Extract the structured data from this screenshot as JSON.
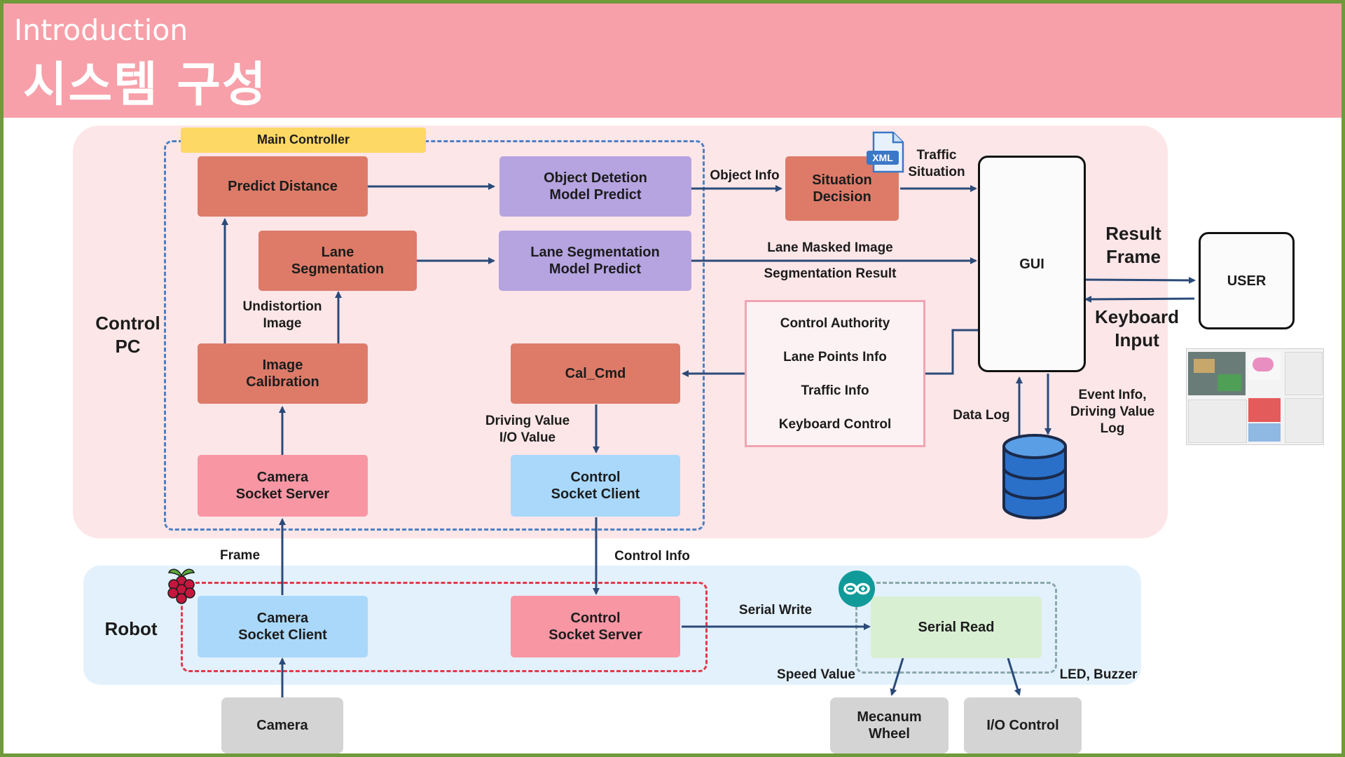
{
  "header": {
    "subtitle": "Introduction",
    "title": "시스템 구성"
  },
  "areas": {
    "control_pc": "Control\nPC",
    "robot": "Robot"
  },
  "blocks": {
    "main_controller": "Main Controller",
    "predict_distance": "Predict Distance",
    "object_detection": "Object Detetion\nModel Predict",
    "lane_segmentation": "Lane\nSegmentation",
    "lane_seg_model": "Lane Segmentation\nModel Predict",
    "image_calibration": "Image\nCalibration",
    "cal_cmd": "Cal_Cmd",
    "camera_socket_server": "Camera\nSocket Server",
    "control_socket_client": "Control\nSocket Client",
    "situation_decision": "Situation\nDecision",
    "gui": "GUI",
    "user": "USER",
    "camera_socket_client": "Camera\nSocket Client",
    "control_socket_server": "Control\nSocket Server",
    "serial_read": "Serial Read",
    "camera": "Camera",
    "mecanum_wheel": "Mecanum\nWheel",
    "io_control": "I/O Control"
  },
  "info_box": {
    "items": [
      "Control Authority",
      "Lane Points Info",
      "Traffic Info",
      "Keyboard Control"
    ]
  },
  "labels": {
    "object_info": "Object Info",
    "traffic_situation": "Traffic\nSituation",
    "lane_masked_image": "Lane Masked Image",
    "segmentation_result": "Segmentation Result",
    "undistortion_image": "Undistortion\nImage",
    "driving_io_value": "Driving Value\nI/O Value",
    "result_frame": "Result\nFrame",
    "keyboard_input": "Keyboard\nInput",
    "data_log": "Data Log",
    "event_info": "Event Info,\nDriving Value\nLog",
    "frame": "Frame",
    "control_info": "Control Info",
    "serial_write": "Serial Write",
    "speed_value": "Speed Value",
    "led_buzzer": "LED, Buzzer",
    "xml_badge": "XML"
  },
  "icons": {
    "xml_file": "xml-file-icon",
    "database": "database-icon",
    "raspberry_pi": "raspberry-pi-icon",
    "arduino": "arduino-icon"
  },
  "colors": {
    "header_bg": "#f7a0a9",
    "salmon_block": "#dd7b68",
    "purple_block": "#b5a4e0",
    "pink_block": "#f896a4",
    "blue_block": "#a9d8fb",
    "green_block": "#d9efd2",
    "arrow": "#2b4a78",
    "main_dash": "#4d7fc4",
    "robot_dash": "#e03a4d"
  }
}
